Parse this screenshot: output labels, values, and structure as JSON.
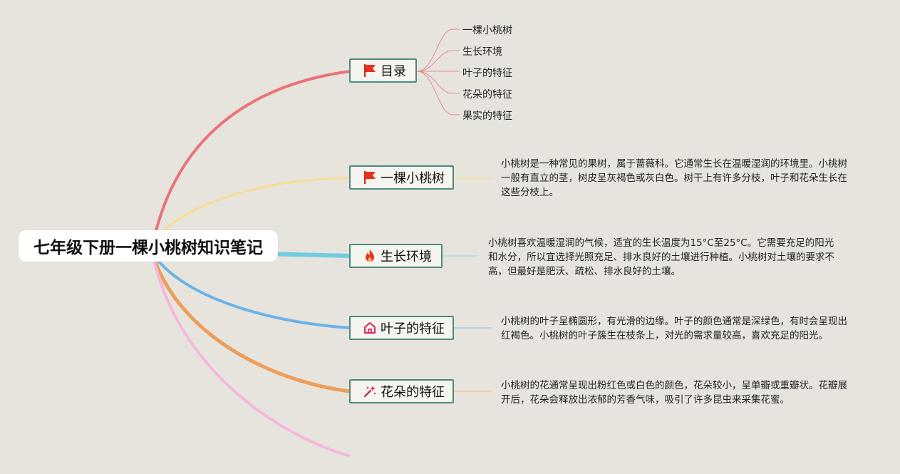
{
  "root": {
    "title": "七年级下册一棵小桃树知识笔记"
  },
  "topics": [
    {
      "label": "目录",
      "icon": "flag-icon",
      "color": "#e97378"
    },
    {
      "label": "一棵小桃树",
      "icon": "flag-icon",
      "color": "#f6dd94"
    },
    {
      "label": "生长环境",
      "icon": "fire-icon",
      "color": "#6fcde0"
    },
    {
      "label": "叶子的特征",
      "icon": "home-icon",
      "color": "#6ab3e8"
    },
    {
      "label": "花朵的特征",
      "icon": "magic-wand-icon",
      "color": "#ec9e5b"
    }
  ],
  "extra_branch_color": "#f3b8dc",
  "toc": {
    "items": [
      "一棵小桃树",
      "生长环境",
      "叶子的特征",
      "花朵的特征",
      "果实的特征"
    ]
  },
  "notes": {
    "tree": "小桃树是一种常见的果树，属于蔷薇科。它通常生长在温暖湿润的环境里。小桃树一般有直立的茎，树皮呈灰褐色或灰白色。树干上有许多分枝，叶子和花朵生长在这些分枝上。",
    "environment": "小桃树喜欢温暖湿润的气候，适宜的生长温度为15°C至25°C。它需要充足的阳光和水分，所以宜选择光照充足、排水良好的土壤进行种植。小桃树对土壤的要求不高，但最好是肥沃、疏松、排水良好的土壤。",
    "leaves": "小桃树的叶子呈椭圆形，有光滑的边缘。叶子的颜色通常是深绿色，有时会呈现出红褐色。小桃树的叶子簇生在枝条上，对光的需求量较高，喜欢充足的阳光。",
    "flowers": "小桃树的花通常呈现出粉红色或白色的颜色，花朵较小，呈单瓣或重瓣状。花瓣展开后，花朵会释放出浓郁的芳香气味，吸引了许多昆虫来采集花蜜。"
  }
}
